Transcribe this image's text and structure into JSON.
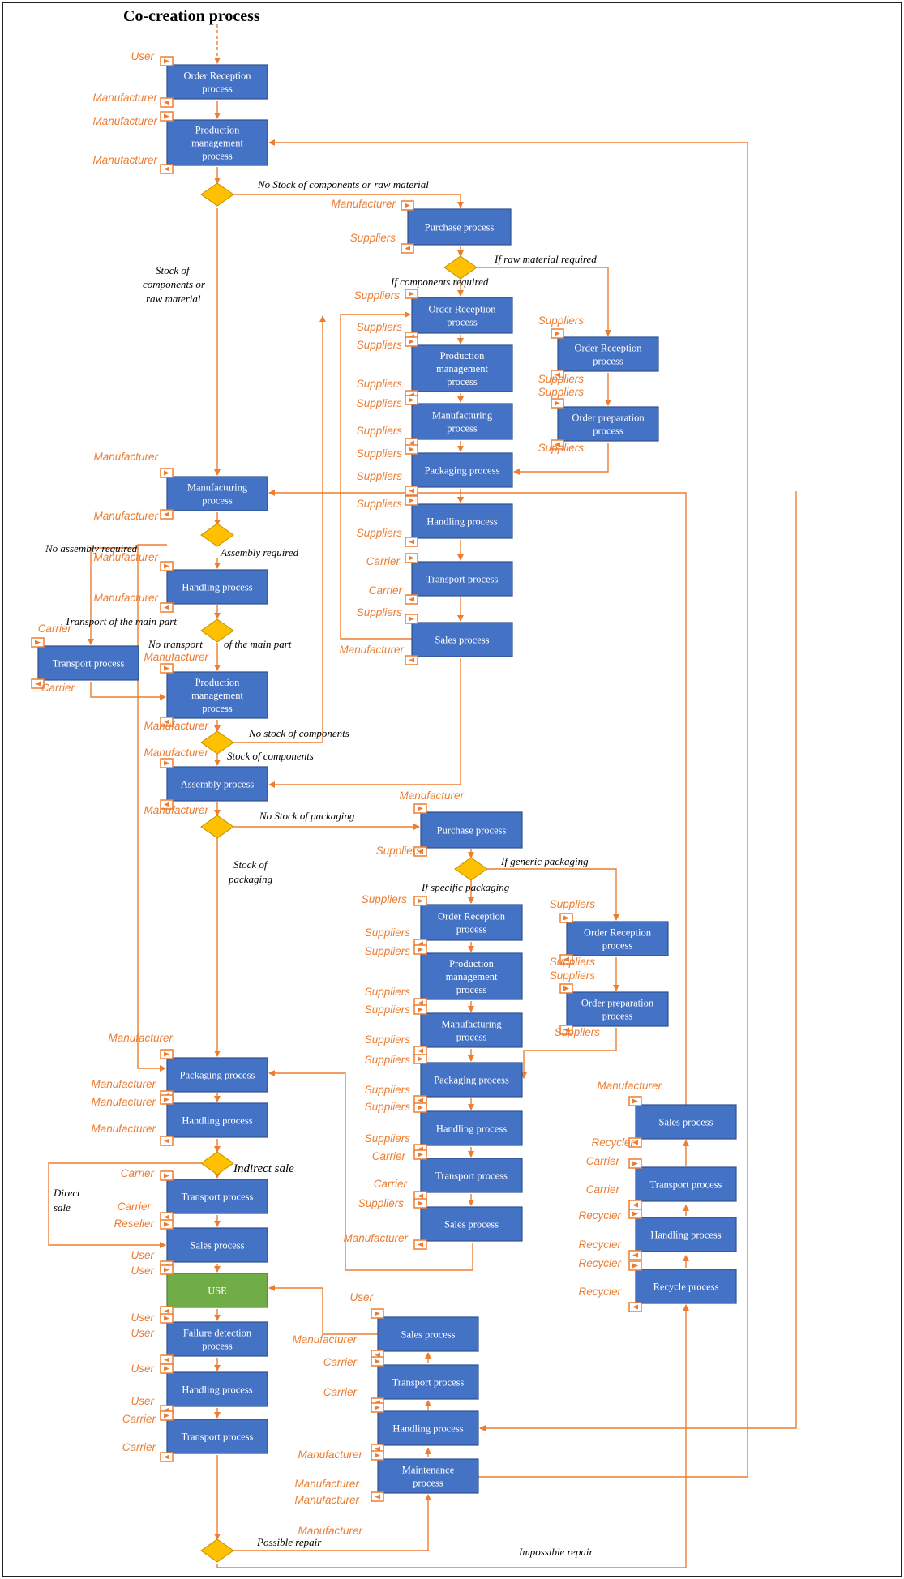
{
  "title": "Co-creation process",
  "colors": {
    "box_fill": "#4472c4",
    "box_border": "#2f528f",
    "use_fill": "#70ad47",
    "connector": "#ed7d31",
    "decision": "#ffc000",
    "actor_text": "#ed7d31"
  },
  "processes": [
    {
      "id": "p1",
      "label": [
        "Order Reception",
        "process"
      ]
    },
    {
      "id": "p2",
      "label": [
        "Production",
        "management",
        "process"
      ]
    },
    {
      "id": "p3",
      "label": [
        "Purchase process"
      ]
    },
    {
      "id": "p4",
      "label": [
        "Order Reception",
        "process"
      ]
    },
    {
      "id": "p5",
      "label": [
        "Production",
        "management",
        "process"
      ]
    },
    {
      "id": "p6",
      "label": [
        "Manufacturing",
        "process"
      ]
    },
    {
      "id": "p7",
      "label": [
        "Packaging process"
      ]
    },
    {
      "id": "p8",
      "label": [
        "Handling process"
      ]
    },
    {
      "id": "p9",
      "label": [
        "Transport process"
      ]
    },
    {
      "id": "p10",
      "label": [
        "Sales process"
      ]
    },
    {
      "id": "p11",
      "label": [
        "Order Reception",
        "process"
      ]
    },
    {
      "id": "p12",
      "label": [
        "Order preparation",
        "process"
      ]
    },
    {
      "id": "p13",
      "label": [
        "Manufacturing",
        "process"
      ]
    },
    {
      "id": "p14",
      "label": [
        "Handling process"
      ]
    },
    {
      "id": "p15",
      "label": [
        "Transport process"
      ]
    },
    {
      "id": "p16",
      "label": [
        "Production",
        "management",
        "process"
      ]
    },
    {
      "id": "p17",
      "label": [
        "Assembly process"
      ]
    },
    {
      "id": "p18",
      "label": [
        "Purchase process"
      ]
    },
    {
      "id": "p19",
      "label": [
        "Order Reception",
        "process"
      ]
    },
    {
      "id": "p20",
      "label": [
        "Production",
        "management",
        "process"
      ]
    },
    {
      "id": "p21",
      "label": [
        "Manufacturing",
        "process"
      ]
    },
    {
      "id": "p22",
      "label": [
        "Packaging process"
      ]
    },
    {
      "id": "p23",
      "label": [
        "Handling process"
      ]
    },
    {
      "id": "p24",
      "label": [
        "Transport process"
      ]
    },
    {
      "id": "p25",
      "label": [
        "Sales process"
      ]
    },
    {
      "id": "p26",
      "label": [
        "Order Reception",
        "process"
      ]
    },
    {
      "id": "p27",
      "label": [
        "Order preparation",
        "process"
      ]
    },
    {
      "id": "p28",
      "label": [
        "Packaging process"
      ]
    },
    {
      "id": "p29",
      "label": [
        "Handling process"
      ]
    },
    {
      "id": "p30",
      "label": [
        "Transport process"
      ]
    },
    {
      "id": "p31",
      "label": [
        "Sales process"
      ]
    },
    {
      "id": "p32",
      "label": [
        "USE"
      ]
    },
    {
      "id": "p33",
      "label": [
        "Failure detection",
        "process"
      ]
    },
    {
      "id": "p34",
      "label": [
        "Handling process"
      ]
    },
    {
      "id": "p35",
      "label": [
        "Transport process"
      ]
    },
    {
      "id": "p36",
      "label": [
        "Sales process"
      ]
    },
    {
      "id": "p37",
      "label": [
        "Transport process"
      ]
    },
    {
      "id": "p38",
      "label": [
        "Handling process"
      ]
    },
    {
      "id": "p39",
      "label": [
        "Maintenance",
        "process"
      ]
    },
    {
      "id": "p40",
      "label": [
        "Sales process"
      ]
    },
    {
      "id": "p41",
      "label": [
        "Transport process"
      ]
    },
    {
      "id": "p42",
      "label": [
        "Handling process"
      ]
    },
    {
      "id": "p43",
      "label": [
        "Recycle process"
      ]
    }
  ],
  "actors": [
    "User",
    "Manufacturer",
    "Manufacturer",
    "Manufacturer",
    "Manufacturer",
    "Suppliers",
    "Suppliers",
    "Suppliers",
    "Suppliers",
    "Suppliers",
    "Suppliers",
    "Suppliers",
    "Suppliers",
    "Suppliers",
    "Suppliers",
    "Suppliers",
    "Carrier",
    "Carrier",
    "Suppliers",
    "Manufacturer",
    "Suppliers",
    "Suppliers",
    "Suppliers",
    "Suppliers",
    "Manufacturer",
    "Manufacturer",
    "Manufacturer",
    "Manufacturer",
    "Carrier",
    "Carrier",
    "Manufacturer",
    "Manufacturer",
    "Manufacturer",
    "Manufacturer",
    "Manufacturer",
    "Suppliers",
    "Suppliers",
    "Suppliers",
    "Suppliers",
    "Suppliers",
    "Suppliers",
    "Suppliers",
    "Suppliers",
    "Suppliers",
    "Suppliers",
    "Suppliers",
    "Carrier",
    "Carrier",
    "Suppliers",
    "Manufacturer",
    "Suppliers",
    "Suppliers",
    "Suppliers",
    "Suppliers",
    "Manufacturer",
    "Manufacturer",
    "Manufacturer",
    "Manufacturer",
    "Carrier",
    "Carrier",
    "Reseller",
    "User",
    "User",
    "User",
    "User",
    "User",
    "User",
    "Carrier",
    "Carrier",
    "User",
    "Manufacturer",
    "Carrier",
    "Carrier",
    "Manufacturer",
    "Manufacturer",
    "Manufacturer",
    "Manufacturer",
    "Manufacturer",
    "Recycler",
    "Carrier",
    "Carrier",
    "Recycler",
    "Recycler",
    "Recycler",
    "Recycler"
  ],
  "branch_labels": [
    "No Stock of components or raw material",
    "Stock of",
    "components or",
    "raw material",
    "If raw material required",
    "If components  required",
    "No assembly required",
    "Assembly required",
    "Transport of  the main part",
    "No transport",
    "of the main part",
    "No stock of components",
    "Stock of components",
    "No Stock of packaging",
    "Stock of",
    "packaging",
    "If generic packaging",
    "If specific packaging",
    "Indirect sale",
    "Direct",
    "sale",
    "Possible repair",
    "Impossible repair"
  ]
}
